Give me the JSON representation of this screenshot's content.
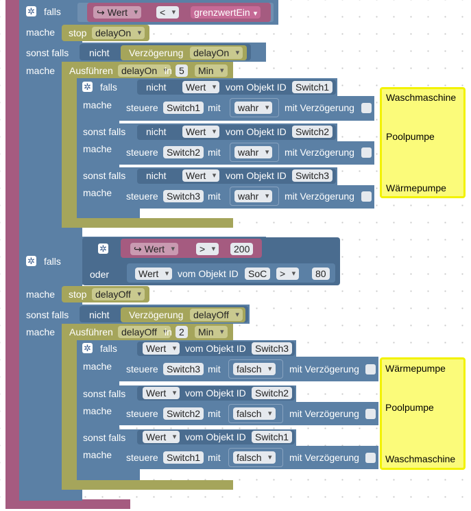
{
  "kw": {
    "falls": "falls",
    "mache": "mache",
    "sonst_falls": "sonst falls",
    "nicht": "nicht",
    "oder": "oder",
    "stop": "stop",
    "verzoegerung": "Verzögerung",
    "ausfuehren": "Ausführen",
    "in": "in",
    "vom_objekt_id": "vom Objekt ID",
    "steuere": "steuere",
    "mit": "mit",
    "mit_verzoegerung": "mit Verzögerung",
    "wert": "Wert"
  },
  "block1": {
    "op": "<",
    "var": "grenzwertEin",
    "timer": "delayOn",
    "delay_value": "5",
    "delay_unit": "Min",
    "rows": [
      {
        "id": "Switch1",
        "value": "wahr"
      },
      {
        "id": "Switch2",
        "value": "wahr"
      },
      {
        "id": "Switch3",
        "value": "wahr"
      }
    ],
    "comments": [
      "Waschmaschine",
      "Poolpumpe",
      "Wärmepumpe"
    ]
  },
  "block2": {
    "op": ">",
    "threshold": "200",
    "soc_id": "SoC",
    "soc_op": ">",
    "soc_value": "80",
    "timer": "delayOff",
    "delay_value": "2",
    "delay_unit": "Min",
    "rows": [
      {
        "id": "Switch3",
        "value": "falsch"
      },
      {
        "id": "Switch2",
        "value": "falsch"
      },
      {
        "id": "Switch1",
        "value": "falsch"
      }
    ],
    "comments": [
      "Wärmepumpe",
      "Poolpumpe",
      "Waschmaschine"
    ]
  }
}
